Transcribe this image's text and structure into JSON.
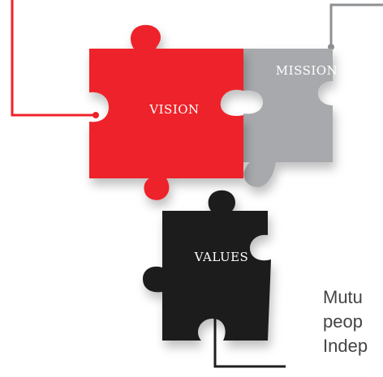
{
  "pieces": {
    "vision": {
      "label": "VISION",
      "color": "#ee2329"
    },
    "mission": {
      "label": "MISSION",
      "color": "#a7a9ac"
    },
    "values": {
      "label": "VALUES",
      "color": "#1f1f1f"
    }
  },
  "values_text": {
    "lines": [
      "Mutu",
      "peop",
      "Indep"
    ],
    "color": "#444444"
  },
  "connectors": {
    "vision_color": "#ee2329",
    "mission_color": "#8e9094",
    "values_color": "#1f1f1f"
  }
}
